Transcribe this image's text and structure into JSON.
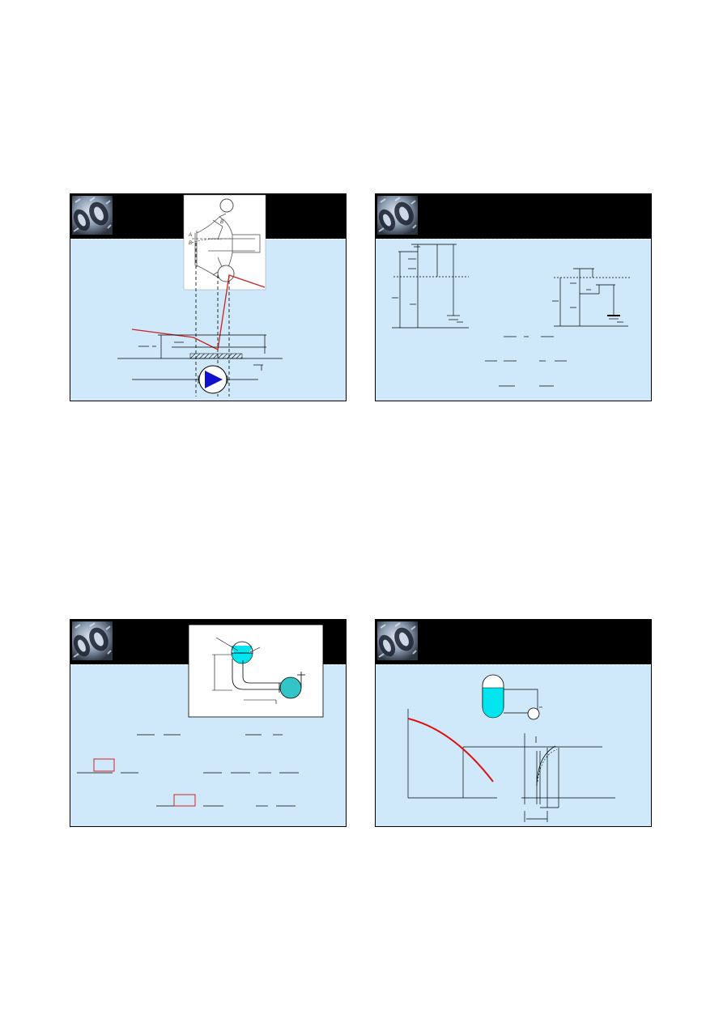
{
  "page": {
    "background": "#ffffff"
  },
  "slides": [
    {
      "id": "s1",
      "title": "",
      "impeller_labels": {
        "a": "A",
        "b": "B",
        "c": "B"
      }
    },
    {
      "id": "s2",
      "title": ""
    },
    {
      "id": "s3",
      "title": ""
    },
    {
      "id": "s4",
      "title": ""
    }
  ],
  "colors": {
    "slide_bg": "#cfe9fb",
    "header": "#000000",
    "curve_red": "#cc2222",
    "pump_blue": "#1111cc",
    "tank_cyan": "#00e5ee",
    "pump_teal": "#33c4c8"
  },
  "icons": [
    "gear-logo-icon",
    "pump-icon",
    "tank-icon"
  ]
}
